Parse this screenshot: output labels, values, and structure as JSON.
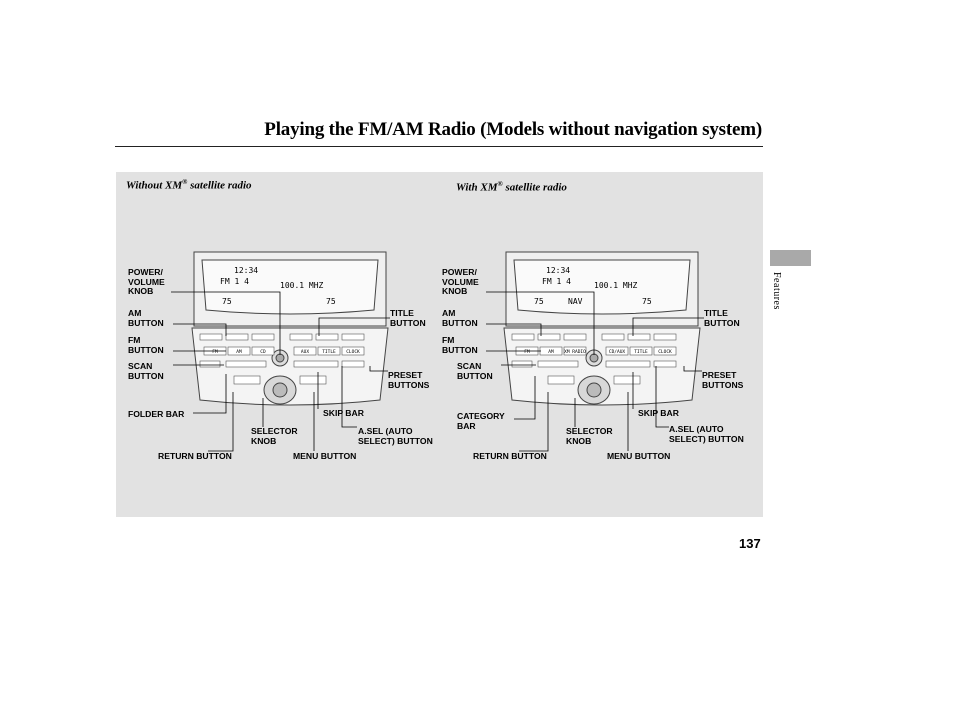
{
  "header": {
    "title": "Playing the FM/AM Radio (Models without navigation system)"
  },
  "side_tab": {
    "label": "Features"
  },
  "page_number": "137",
  "left": {
    "caption_pre": "Without XM",
    "caption_sup": "®",
    "caption_post": " satellite radio",
    "display": {
      "clock": "12:34",
      "band": "FM 1 4",
      "freq": "100.1 MHZ",
      "temp_left": "75",
      "temp_right": "75"
    },
    "buttons": [
      "FM",
      "AM",
      "CD",
      "AUX",
      "TITLE",
      "CLOCK"
    ],
    "labels": {
      "power_volume_knob": [
        "POWER/",
        "VOLUME",
        "KNOB"
      ],
      "am_button": [
        "AM",
        "BUTTON"
      ],
      "fm_button": [
        "FM",
        "BUTTON"
      ],
      "scan_button": [
        "SCAN",
        "BUTTON"
      ],
      "folder_bar": [
        "FOLDER BAR"
      ],
      "selector_knob": [
        "SELECTOR",
        "KNOB"
      ],
      "return_button": [
        "RETURN BUTTON"
      ],
      "title_button": [
        "TITLE",
        "BUTTON"
      ],
      "preset_buttons": [
        "PRESET",
        "BUTTONS"
      ],
      "skip_bar": [
        "SKIP BAR"
      ],
      "asel_button": [
        "A.SEL (AUTO",
        "SELECT) BUTTON"
      ],
      "menu_button": [
        "MENU BUTTON"
      ]
    }
  },
  "right": {
    "caption_pre": "With XM",
    "caption_sup": "®",
    "caption_post": " satellite radio",
    "display": {
      "clock": "12:34",
      "band": "FM 1 4",
      "freq": "100.1 MHZ",
      "mode": "NAV",
      "temp_left": "75",
      "temp_right": "75"
    },
    "buttons": [
      "FM",
      "AM",
      "XM RADIO",
      "CD/AUX",
      "TITLE",
      "CLOCK"
    ],
    "labels": {
      "power_volume_knob": [
        "POWER/",
        "VOLUME",
        "KNOB"
      ],
      "am_button": [
        "AM",
        "BUTTON"
      ],
      "fm_button": [
        "FM",
        "BUTTON"
      ],
      "scan_button": [
        "SCAN",
        "BUTTON"
      ],
      "category_bar": [
        "CATEGORY",
        "BAR"
      ],
      "selector_knob": [
        "SELECTOR",
        "KNOB"
      ],
      "return_button": [
        "RETURN BUTTON"
      ],
      "title_button": [
        "TITLE",
        "BUTTON"
      ],
      "preset_buttons": [
        "PRESET",
        "BUTTONS"
      ],
      "skip_bar": [
        "SKIP BAR"
      ],
      "asel_button": [
        "A.SEL (AUTO",
        "SELECT) BUTTON"
      ],
      "menu_button": [
        "MENU BUTTON"
      ]
    }
  }
}
